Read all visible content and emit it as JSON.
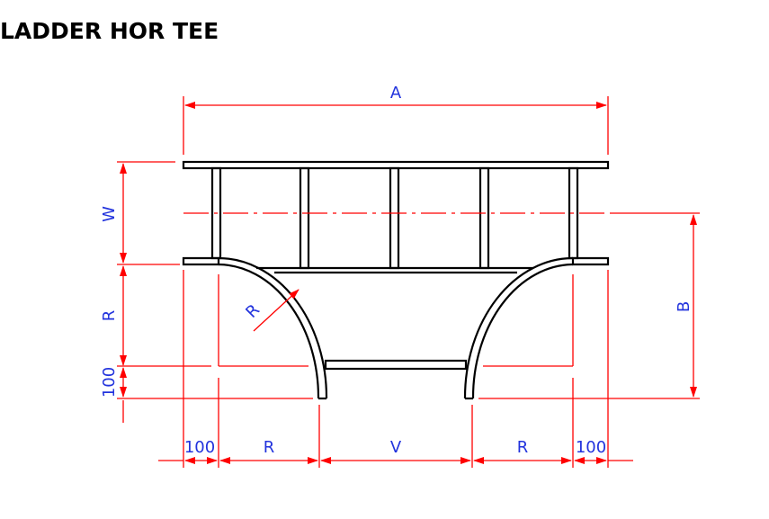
{
  "title": "LADDER HOR TEE",
  "dimensions": {
    "A": "A",
    "W": "W",
    "R_side": "R",
    "R_radius": "R",
    "B": "B",
    "V": "V",
    "R_bottom_left": "R",
    "R_bottom_right": "R",
    "d100_left_side": "100",
    "d100_bottom_left": "100",
    "d100_bottom_right": "100"
  },
  "colors": {
    "dimension": "#ff0000",
    "label": "#2233dd",
    "outline": "#000000"
  }
}
